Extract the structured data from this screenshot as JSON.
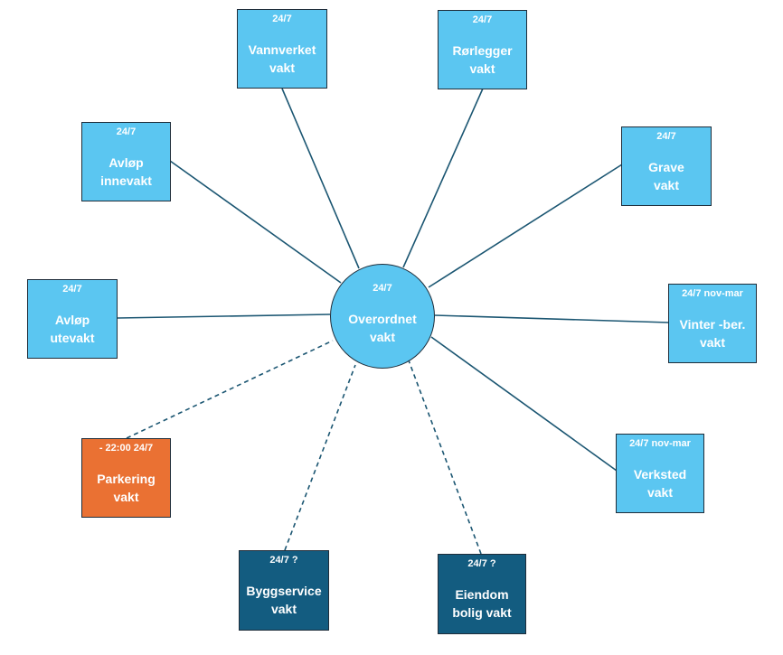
{
  "colors": {
    "light": "#5bc6f1",
    "dark": "#135c80",
    "orange": "#ea7133",
    "edge": "#1b5672"
  },
  "hub": {
    "badge": "24/7",
    "line1": "Overordnet",
    "line2": "vakt"
  },
  "nodes": [
    {
      "id": "vannverket",
      "badge": "24/7",
      "line1": "Vannverket",
      "line2": "vakt",
      "color": "light",
      "edge": "solid"
    },
    {
      "id": "rorlegger",
      "badge": "24/7",
      "line1": "Rørlegger",
      "line2": "vakt",
      "color": "light",
      "edge": "solid"
    },
    {
      "id": "avlop-inne",
      "badge": "24/7",
      "line1": "Avløp",
      "line2": "innevakt",
      "color": "light",
      "edge": "solid"
    },
    {
      "id": "grave",
      "badge": "24/7",
      "line1": "Grave",
      "line2": "vakt",
      "color": "light",
      "edge": "solid"
    },
    {
      "id": "avlop-ute",
      "badge": "24/7",
      "line1": "Avløp",
      "line2": "utevakt",
      "color": "light",
      "edge": "solid"
    },
    {
      "id": "vinter",
      "badge": "24/7 nov-mar",
      "line1": "Vinter -ber.",
      "line2": "vakt",
      "color": "light",
      "edge": "solid"
    },
    {
      "id": "parkering",
      "badge": "- 22:00 24/7",
      "line1": "Parkering",
      "line2": "vakt",
      "color": "orange",
      "edge": "dashed"
    },
    {
      "id": "verksted",
      "badge": "24/7 nov-mar",
      "line1": "Verksted",
      "line2": "vakt",
      "color": "light",
      "edge": "solid"
    },
    {
      "id": "byggservice",
      "badge": "24/7 ?",
      "line1": "Byggservice",
      "line2": "vakt",
      "color": "dark",
      "edge": "dashed"
    },
    {
      "id": "eiendom",
      "badge": "24/7 ?",
      "line1": "Eiendom",
      "line2": "bolig vakt",
      "color": "dark",
      "edge": "dashed"
    }
  ]
}
